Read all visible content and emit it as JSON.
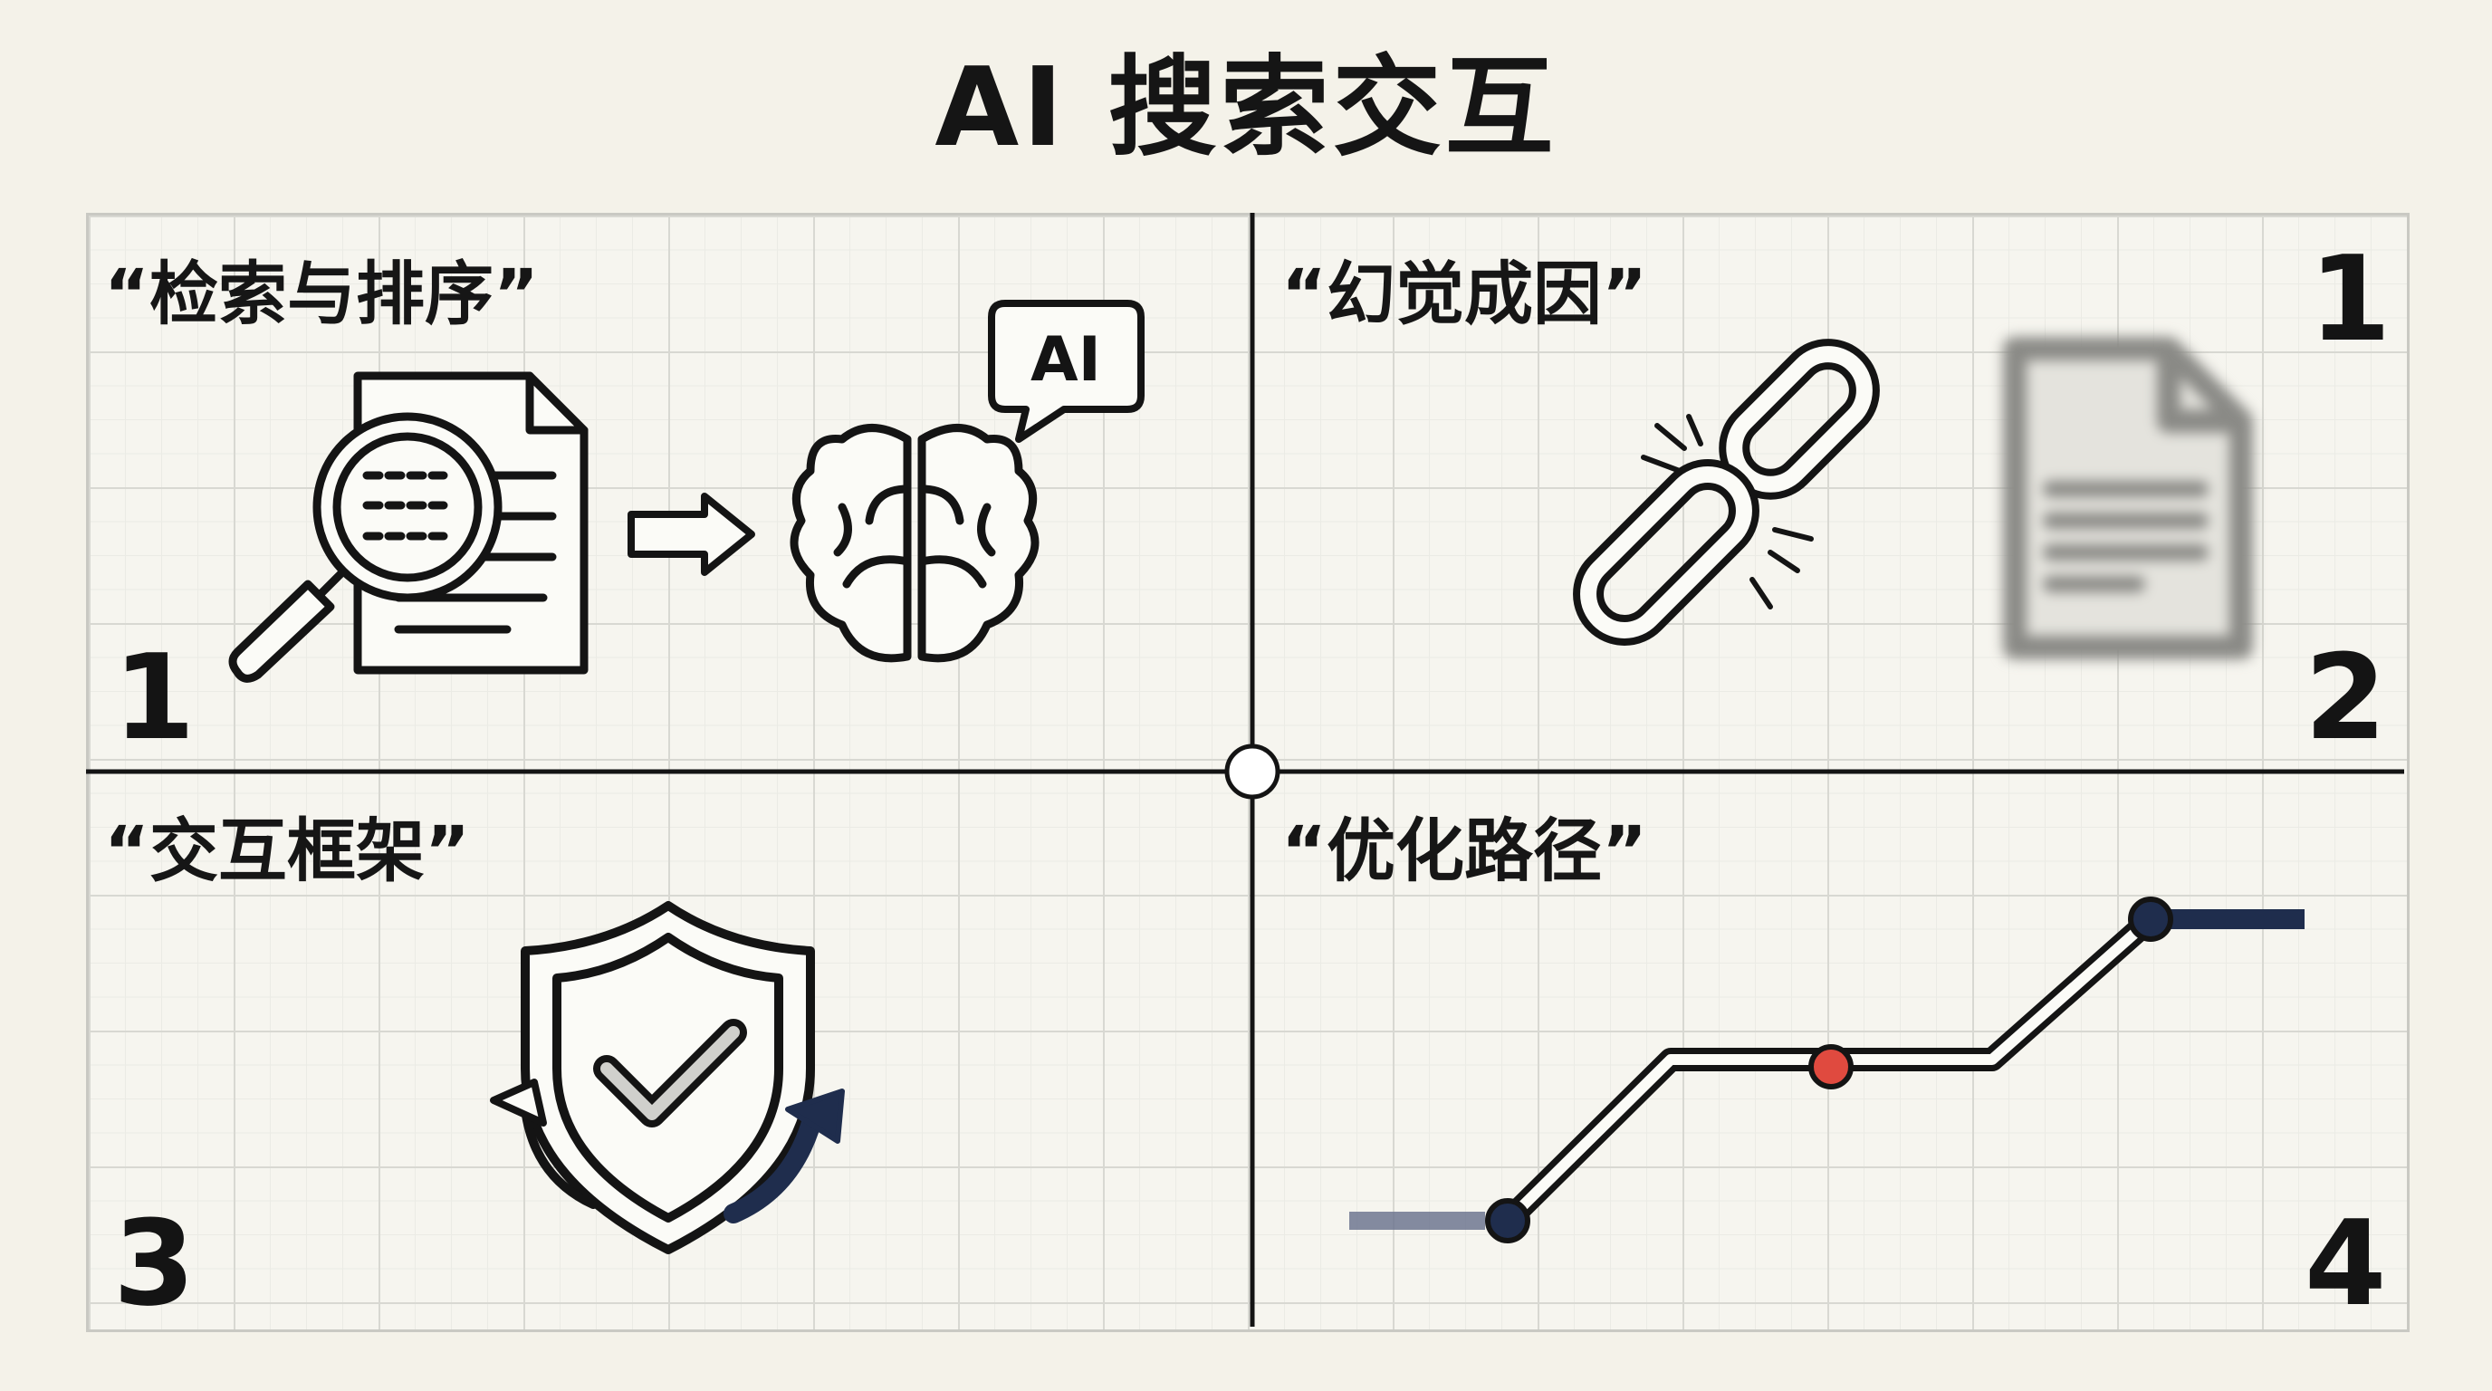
{
  "title": "AI 搜索交互",
  "quadrants": [
    {
      "label": "“检索与排序”",
      "number": "1",
      "icons": [
        "search-document-icon",
        "arrow-right-icon",
        "brain-icon",
        "ai-speech-bubble-icon"
      ],
      "badge": "AI"
    },
    {
      "label": "“幻觉成因”",
      "number": "2",
      "corner_number": "1",
      "icons": [
        "broken-chain-icon",
        "blurred-document-icon"
      ]
    },
    {
      "label": "“交互框架”",
      "number": "3",
      "icons": [
        "shield-check-icon",
        "cycle-arrows-icon"
      ]
    },
    {
      "label": "“优化路径”",
      "number": "4",
      "icons": [
        "path-line-icon"
      ]
    }
  ],
  "colors": {
    "navy": "#1f2d4d",
    "red": "#e04a3f",
    "ink": "#141414"
  }
}
